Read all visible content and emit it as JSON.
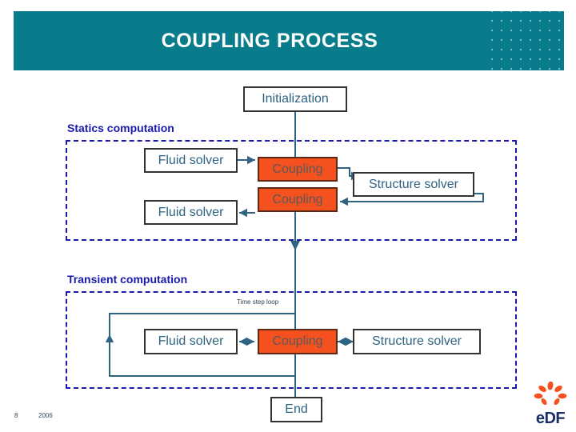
{
  "banner": {
    "title": "COUPLING PROCESS",
    "bg_color": "#087C8A",
    "text_color": "#FFFFFF",
    "dot_pattern": "dotted-texture"
  },
  "diagram": {
    "type": "flowchart",
    "start_node": {
      "label": "Initialization"
    },
    "end_node": {
      "label": "End"
    },
    "sections": [
      {
        "id": "statics",
        "label": "Statics computation",
        "label_color": "#1A1AAE",
        "nodes": [
          {
            "id": "statics-fluid-top",
            "label": "Fluid solver",
            "style": "plain"
          },
          {
            "id": "statics-coupling-top",
            "label": "Coupling",
            "style": "coupling"
          },
          {
            "id": "statics-fluid-bottom",
            "label": "Fluid solver",
            "style": "plain"
          },
          {
            "id": "statics-coupling-bottom",
            "label": "Coupling",
            "style": "coupling"
          },
          {
            "id": "statics-structure",
            "label": "Structure solver",
            "style": "plain"
          }
        ]
      },
      {
        "id": "transient",
        "label": "Transient computation",
        "label_color": "#1A1AAE",
        "loop_label": "Time step loop",
        "nodes": [
          {
            "id": "transient-fluid",
            "label": "Fluid solver",
            "style": "plain"
          },
          {
            "id": "transient-coupling",
            "label": "Coupling",
            "style": "coupling"
          },
          {
            "id": "transient-structure",
            "label": "Structure solver",
            "style": "plain"
          }
        ]
      }
    ],
    "colors": {
      "plain_box_fill": "#FFFFFF",
      "plain_box_border": "#333333",
      "plain_box_text": "#2E6382",
      "coupling_fill": "#F4511E",
      "coupling_border": "#5C2A14",
      "coupling_text": "#5A5A5A",
      "connector": "#2E6382",
      "dashed_region": "#1A1AAE"
    }
  },
  "footer": {
    "page_number": "8",
    "year": "2006",
    "logo_text": "eDF"
  }
}
